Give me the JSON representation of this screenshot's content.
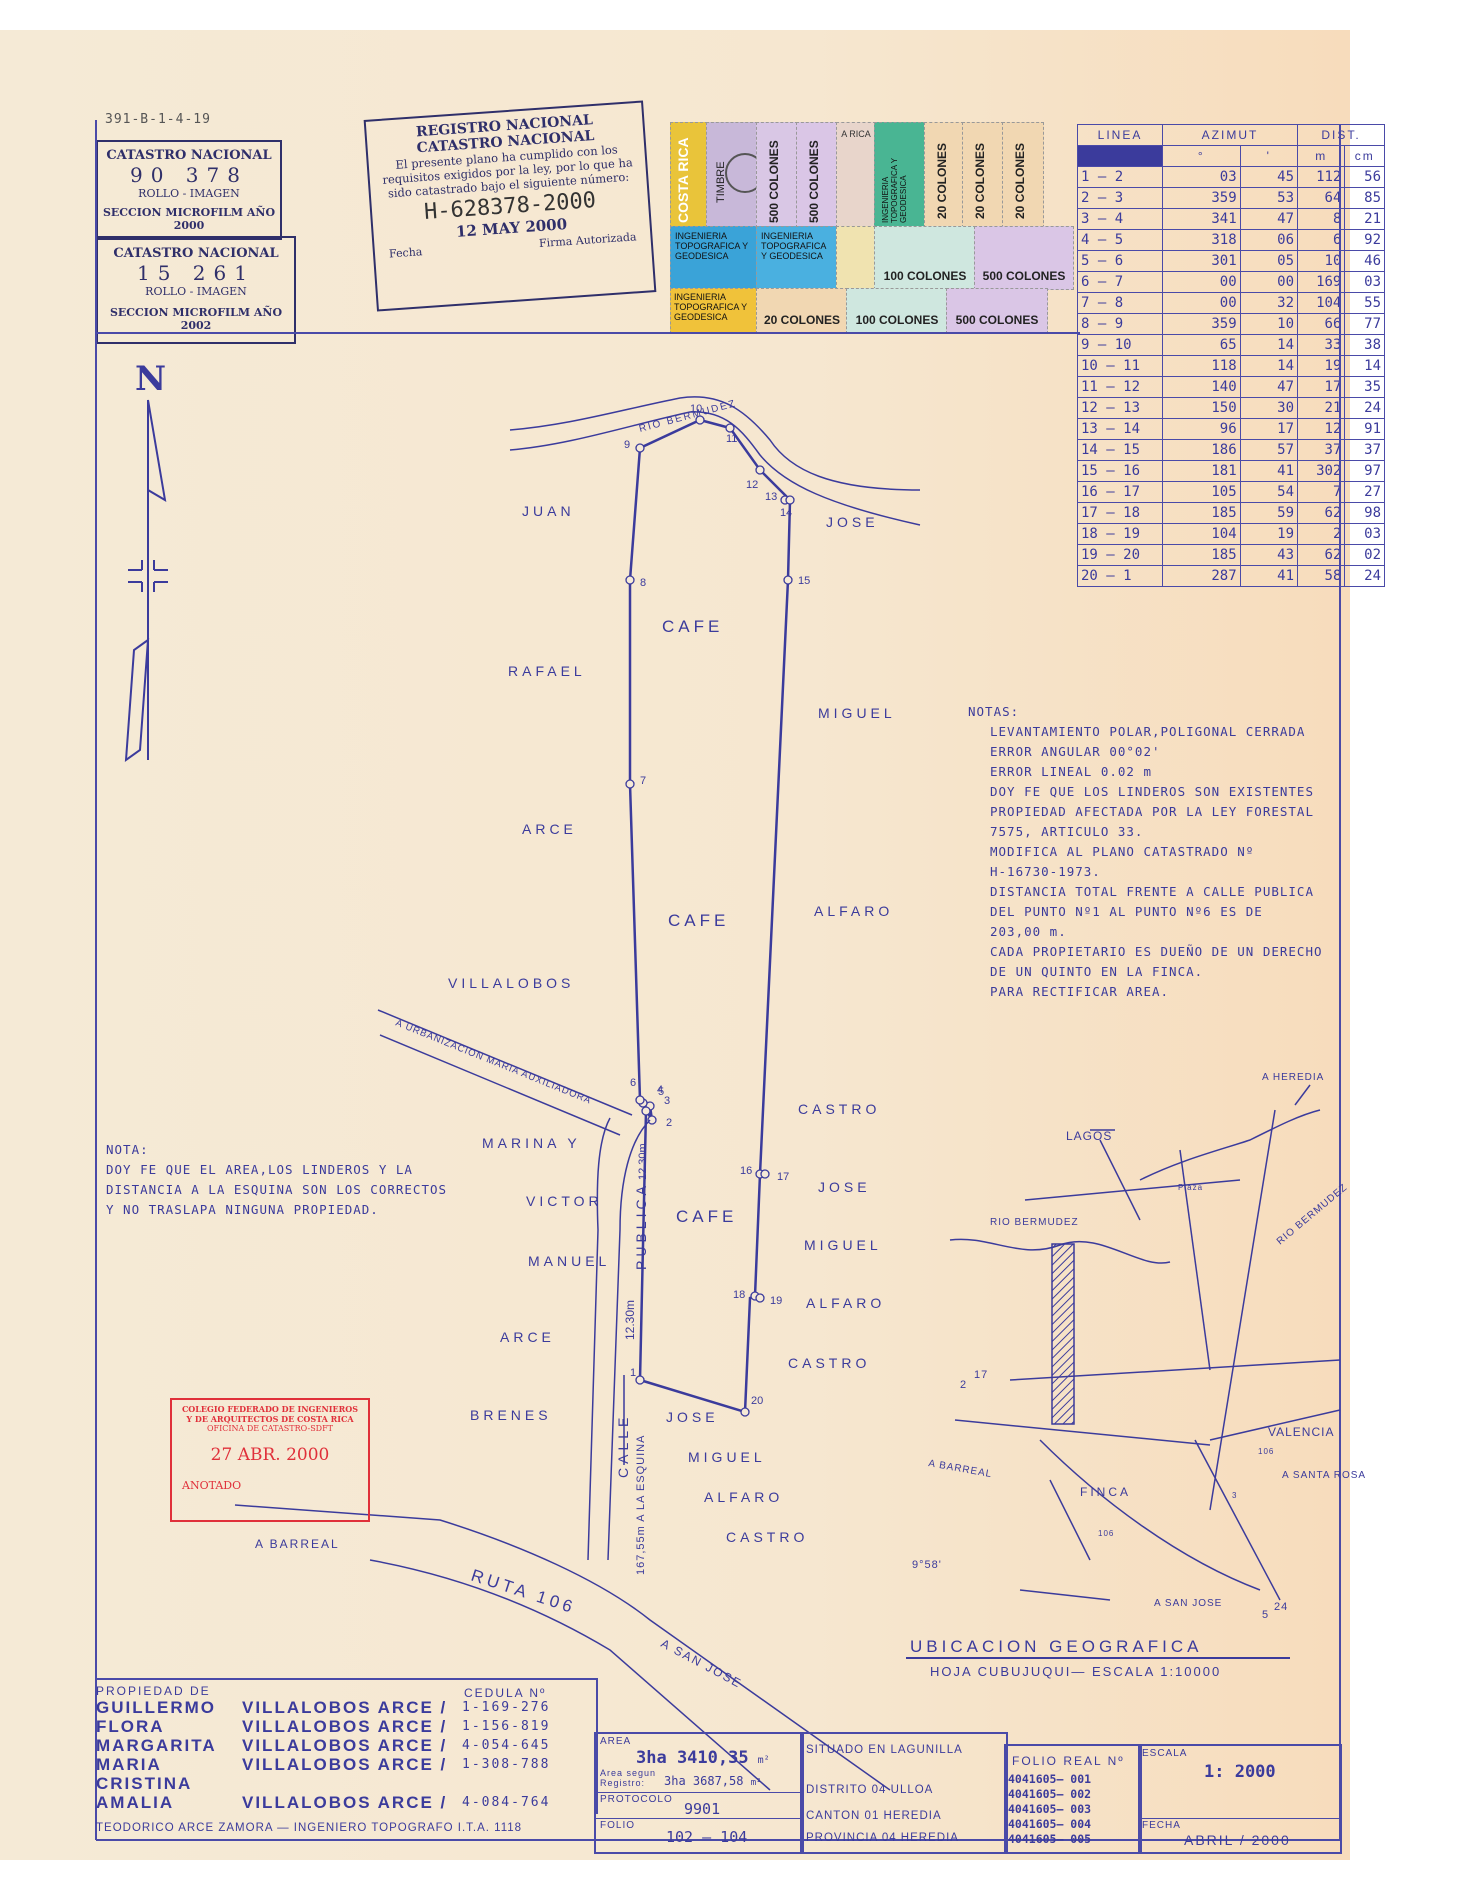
{
  "sheet_code": "391-B-1-4-19",
  "catastro_stamps": [
    {
      "title": "CATASTRO NACIONAL",
      "number": "90   378",
      "roll": "ROLLO - IMAGEN",
      "section": "SECCION MICROFILM AÑO 2000"
    },
    {
      "title": "CATASTRO NACIONAL",
      "number": "15   261",
      "roll": "ROLLO - IMAGEN",
      "section": "SECCION MICROFILM AÑO 2002"
    }
  ],
  "registro_stamp": {
    "line1": "REGISTRO NACIONAL",
    "line2": "CATASTRO NACIONAL",
    "body": "El presente plano ha cumplido con los requisitos exigidos por la ley, por lo que ha sido catastrado bajo el siguiente número:",
    "number": "H-628378-2000",
    "date": "12 MAY 2000",
    "fecha_label": "Fecha",
    "firma_label": "Firma Autorizada"
  },
  "tax_stamps": {
    "costa_rica": "COSTA RICA",
    "timbre": "TIMBRE",
    "colones_500": "500 COLONES",
    "colones_20": "20 COLONES",
    "colones_100": "100 COLONES",
    "ingenieria": "INGENIERIA TOPOGRAFICA Y GEODESICA",
    "rica": "A RICA"
  },
  "azimut_table": {
    "h_linea": "LINEA",
    "h_azimut": "AZIMUT",
    "h_dist": "DIST.",
    "h_deg": "°",
    "h_min": "'",
    "h_m": "m",
    "h_cm": "cm",
    "rows": [
      {
        "from": "1",
        "to": "2",
        "deg": "03",
        "min": "45",
        "m": "112",
        "cm": "56"
      },
      {
        "from": "2",
        "to": "3",
        "deg": "359",
        "min": "53",
        "m": "64",
        "cm": "85"
      },
      {
        "from": "3",
        "to": "4",
        "deg": "341",
        "min": "47",
        "m": "8",
        "cm": "21"
      },
      {
        "from": "4",
        "to": "5",
        "deg": "318",
        "min": "06",
        "m": "6",
        "cm": "92"
      },
      {
        "from": "5",
        "to": "6",
        "deg": "301",
        "min": "05",
        "m": "10",
        "cm": "46"
      },
      {
        "from": "6",
        "to": "7",
        "deg": "00",
        "min": "00",
        "m": "169",
        "cm": "03"
      },
      {
        "from": "7",
        "to": "8",
        "deg": "00",
        "min": "32",
        "m": "104",
        "cm": "55"
      },
      {
        "from": "8",
        "to": "9",
        "deg": "359",
        "min": "10",
        "m": "66",
        "cm": "77"
      },
      {
        "from": "9",
        "to": "10",
        "deg": "65",
        "min": "14",
        "m": "33",
        "cm": "38"
      },
      {
        "from": "10",
        "to": "11",
        "deg": "118",
        "min": "14",
        "m": "19",
        "cm": "14"
      },
      {
        "from": "11",
        "to": "12",
        "deg": "140",
        "min": "47",
        "m": "17",
        "cm": "35"
      },
      {
        "from": "12",
        "to": "13",
        "deg": "150",
        "min": "30",
        "m": "21",
        "cm": "24"
      },
      {
        "from": "13",
        "to": "14",
        "deg": "96",
        "min": "17",
        "m": "12",
        "cm": "91"
      },
      {
        "from": "14",
        "to": "15",
        "deg": "186",
        "min": "57",
        "m": "37",
        "cm": "37"
      },
      {
        "from": "15",
        "to": "16",
        "deg": "181",
        "min": "41",
        "m": "302",
        "cm": "97"
      },
      {
        "from": "16",
        "to": "17",
        "deg": "105",
        "min": "54",
        "m": "7",
        "cm": "27"
      },
      {
        "from": "17",
        "to": "18",
        "deg": "185",
        "min": "59",
        "m": "62",
        "cm": "98"
      },
      {
        "from": "18",
        "to": "19",
        "deg": "104",
        "min": "19",
        "m": "2",
        "cm": "03"
      },
      {
        "from": "19",
        "to": "20",
        "deg": "185",
        "min": "43",
        "m": "62",
        "cm": "02"
      },
      {
        "from": "20",
        "to": "1",
        "deg": "287",
        "min": "41",
        "m": "58",
        "cm": "24"
      }
    ]
  },
  "notas": {
    "title": "NOTAS:",
    "lines": [
      "LEVANTAMIENTO POLAR,POLIGONAL CERRADA",
      "ERROR ANGULAR  00°02'",
      "ERROR LINEAL    0.02 m",
      "DOY FE QUE LOS LINDEROS SON EXISTENTES",
      "PROPIEDAD AFECTADA POR LA LEY FORESTAL",
      "7575, ARTICULO 33.",
      "MODIFICA AL PLANO CATASTRADO Nº",
      "H-16730-1973.",
      "DISTANCIA TOTAL FRENTE A CALLE PUBLICA",
      "DEL PUNTO Nº1 AL PUNTO Nº6 ES DE",
      "203,00 m.",
      "CADA PROPIETARIO ES DUEÑO DE UN DERECHO",
      "DE UN QUINTO EN LA FINCA.",
      "PARA RECTIFICAR AREA."
    ]
  },
  "nota": {
    "title": "NOTA:",
    "lines": [
      "DOY FE QUE EL AREA,LOS LINDEROS Y LA",
      "DISTANCIA A LA ESQUINA SON LOS CORRECTOS",
      "Y NO TRASLAPA NINGUNA PROPIEDAD."
    ]
  },
  "map_labels": {
    "north": "N",
    "rio_bermudez": "RIO BERMUDEZ",
    "juan": "JUAN",
    "jose_top": "JOSE",
    "cafe1": "CAFE",
    "rafael": "RAFAEL",
    "miguel1": "MIGUEL",
    "arce1": "ARCE",
    "cafe2": "CAFE",
    "alfaro1": "ALFARO",
    "villalobos": "VILLALOBOS",
    "urbanizacion": "A URBANIZACION MARIA AUXILIADORA",
    "castro1": "CASTRO",
    "marina_y": "MARINA Y",
    "victor": "VICTOR",
    "cafe3": "CAFE",
    "jose2": "JOSE",
    "miguel2": "MIGUEL",
    "manuel": "MANUEL",
    "alfaro2": "ALFARO",
    "arce2": "ARCE",
    "castro2": "CASTRO",
    "brenes": "BRENES",
    "jose3": "JOSE",
    "miguel3": "MIGUEL",
    "alfaro3": "ALFARO",
    "castro3": "CASTRO",
    "calle": "CALLE",
    "publica": "PUBLICA",
    "width_road": "12.30m",
    "width_road2": "12.30m",
    "to_corner": "167,55m A LA ESQUINA",
    "a_barreal": "A BARREAL",
    "ruta": "RUTA 106",
    "a_san_jose": "A SAN JOSE"
  },
  "points": [
    "1",
    "2",
    "3",
    "4",
    "5",
    "6",
    "7",
    "8",
    "9",
    "10",
    "11",
    "12",
    "13",
    "14",
    "15",
    "16",
    "17",
    "18",
    "19",
    "20"
  ],
  "location_map": {
    "a_heredia": "A HEREDIA",
    "lagos": "LAGOS",
    "plaza": "Plaza",
    "rio_bermudez": "RIO BERMUDEZ",
    "rio_bermudez2": "RIO BERMUDEZ",
    "valencia": "VALENCIA",
    "a_santa_rosa": "A SANTA ROSA",
    "a_barreal": "A BARREAL",
    "finca": "FINCA",
    "a_san_jose": "A SAN JOSE",
    "coord_lat": "9°58'",
    "coord_17": "17",
    "coord_2": "2",
    "coord_24": "24",
    "coord_5": "5",
    "route_106": "106",
    "route_3": "3",
    "route_106b": "106",
    "title": "UBICACION GEOGRAFICA",
    "subtitle": "HOJA CUBUJUQUI—  ESCALA 1:10000"
  },
  "colegio_stamp": {
    "line1": "COLEGIO FEDERADO DE INGENIEROS",
    "line2": "Y DE ARQUITECTOS DE COSTA RICA",
    "line3": "OFICINA DE CATASTRO-SDFT",
    "date": "27 ABR. 2000",
    "anotado": "ANOTADO"
  },
  "propiedad": {
    "title": "PROPIEDAD DE",
    "cedula_label": "CEDULA Nº",
    "owners": [
      {
        "first": "GUILLERMO",
        "last": "VILLALOBOS ARCE",
        "cedula": "1-169-276"
      },
      {
        "first": "FLORA",
        "last": "VILLALOBOS ARCE",
        "cedula": "1-156-819"
      },
      {
        "first": "MARGARITA",
        "last": "VILLALOBOS ARCE",
        "cedula": "4-054-645"
      },
      {
        "first": "MARIA CRISTINA",
        "last": "VILLALOBOS ARCE",
        "cedula": "1-308-788"
      },
      {
        "first": "AMALIA",
        "last": "VILLALOBOS ARCE",
        "cedula": "4-084-764"
      }
    ],
    "engineer": "TEODORICO ARCE ZAMORA — INGENIERO TOPOGRAFO I.T.A. 1118"
  },
  "title_block": {
    "area_label": "AREA",
    "area_value": "3ha 3410,35",
    "area_unit": "m²",
    "area_segun_label": "Area segun Registro:",
    "area_segun_value": "3ha 3687,58",
    "area_segun_unit": "m²",
    "protocolo_label": "PROTOCOLO",
    "protocolo_value": "9901",
    "folio_label": "FOLIO",
    "folio_value": "102 — 104",
    "situado": "SITUADO EN LAGUNILLA",
    "distrito": "DISTRITO 04 ULLOA",
    "canton": "CANTON 01 HEREDIA",
    "provincia": "PROVINCIA 04 HEREDIA",
    "folio_real_label": "FOLIO REAL Nº",
    "folio_real": [
      "4041605— 001",
      "4041605— 002",
      "4041605— 003",
      "4041605— 004",
      "4041605— 005"
    ],
    "escala_label": "ESCALA",
    "escala_value": "1: 2000",
    "fecha_label": "FECHA",
    "fecha_value": "ABRIL / 2000"
  },
  "colors": {
    "ink": "#3b3b9c",
    "paper": "#f5ead6",
    "stamp_red": "#e0303a"
  }
}
